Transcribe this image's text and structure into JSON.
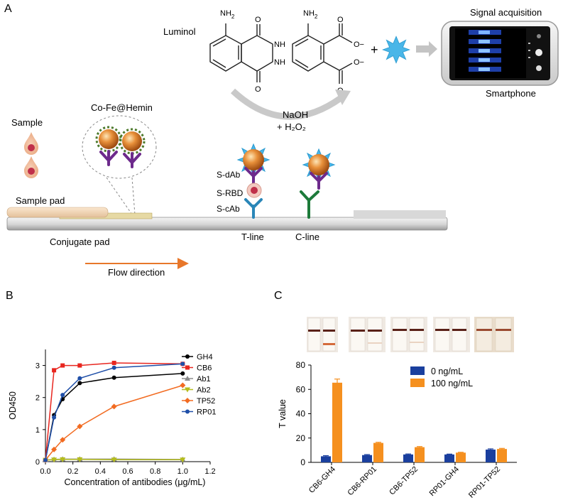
{
  "panelA": {
    "letter": "A",
    "luminol_label": "Luminol",
    "nh2_top": "NH",
    "nh2_sub": "2",
    "nh_label": "NH",
    "plus_sign": "+",
    "charge": "O−",
    "o_label": "O",
    "naoh_label": "NaOH",
    "h2o2_label": "+ H₂O₂",
    "signal_label": "Signal acquisition",
    "smartphone_label": "Smartphone",
    "sample_label": "Sample",
    "cofe_label": "Co-Fe@Hemin",
    "sample_pad_label": "Sample pad",
    "conjugate_pad_label": "Conjugate pad",
    "flow_label": "Flow direction",
    "sdab_label": "S-dAb",
    "srbd_label": "S-RBD",
    "scab_label": "S-cAb",
    "tline_label": "T-line",
    "cline_label": "C-line"
  },
  "panelB": {
    "letter": "B",
    "chart_data": {
      "type": "line",
      "xlabel": "Concentration of antibodies (μg/mL)",
      "ylabel": "OD450",
      "xlim": [
        0.0,
        1.2
      ],
      "ylim": [
        0,
        3.5
      ],
      "xticks": [
        "0.0",
        "0.2",
        "0.4",
        "0.6",
        "0.8",
        "1.0",
        "1.2"
      ],
      "yticks": [
        "0",
        "1",
        "2",
        "3"
      ],
      "legend_position": "right",
      "x": [
        0,
        0.0625,
        0.125,
        0.25,
        0.5,
        1.0
      ],
      "series": [
        {
          "name": "GH4",
          "color": "#000000",
          "marker": "circle",
          "values": [
            0.05,
            1.45,
            1.95,
            2.45,
            2.62,
            2.75
          ]
        },
        {
          "name": "CB6",
          "color": "#e8261f",
          "marker": "square",
          "values": [
            0.05,
            2.85,
            3.0,
            3.0,
            3.08,
            3.05
          ]
        },
        {
          "name": "Ab1",
          "color": "#8c8c8c",
          "marker": "triangle",
          "values": [
            0.05,
            0.07,
            0.08,
            0.08,
            0.08,
            0.07
          ]
        },
        {
          "name": "Ab2",
          "color": "#b5bd1c",
          "marker": "triangle-down",
          "values": [
            0.05,
            0.06,
            0.07,
            0.07,
            0.06,
            0.06
          ]
        },
        {
          "name": "TP52",
          "color": "#f26b21",
          "marker": "diamond",
          "values": [
            0.05,
            0.38,
            0.68,
            1.1,
            1.72,
            2.38
          ]
        },
        {
          "name": "RP01",
          "color": "#1f4fa8",
          "marker": "circle",
          "values": [
            0.05,
            1.38,
            2.08,
            2.6,
            2.93,
            3.05
          ]
        }
      ]
    }
  },
  "panelC": {
    "letter": "C",
    "chart_data": {
      "type": "bar",
      "ylabel": "T value",
      "ylim": [
        0,
        80
      ],
      "yticks": [
        "0",
        "20",
        "40",
        "60",
        "80"
      ],
      "legend_position": "top-right",
      "categories": [
        "CB6-GH4",
        "CB6-RP01",
        "CB6-TP52",
        "RP01-GH4",
        "RP01-TP52"
      ],
      "series": [
        {
          "name": "0 ng/mL",
          "color": "#1a3f9e",
          "values": [
            5,
            6,
            6.5,
            6.5,
            10.5
          ],
          "errors": [
            0.5,
            0.4,
            0.4,
            0.3,
            0.6
          ]
        },
        {
          "name": "100 ng/mL",
          "color": "#f5901f",
          "values": [
            65.5,
            16,
            12.5,
            8,
            11
          ],
          "errors": [
            3,
            0.5,
            0.5,
            0.3,
            0.5
          ]
        }
      ]
    }
  }
}
